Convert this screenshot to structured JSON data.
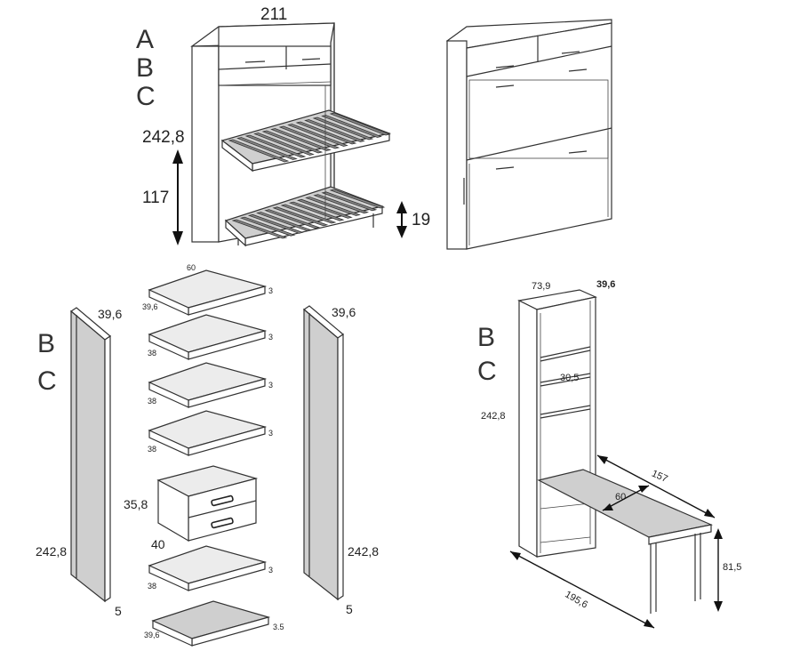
{
  "top_left": {
    "letters": [
      "A",
      "B",
      "C"
    ],
    "width": "211",
    "height": "242,8",
    "lower_height": "117",
    "bed_height": "19"
  },
  "parts": {
    "letters": [
      "B",
      "C"
    ],
    "left_panel": {
      "depth": "39,6",
      "height": "242,8",
      "thickness": "5"
    },
    "right_panel": {
      "depth": "39,6",
      "height": "242,8",
      "thickness": "5"
    },
    "top_shelf": {
      "width": "60",
      "depth": "39,6",
      "thickness": "3"
    },
    "shelves": [
      {
        "depth": "38",
        "thickness": "3"
      },
      {
        "depth": "38",
        "thickness": "3"
      },
      {
        "depth": "38",
        "thickness": "3"
      },
      {
        "depth": "38",
        "thickness": "3"
      }
    ],
    "drawer": {
      "height": "35,8",
      "width": "40"
    },
    "base": {
      "depth": "39,6",
      "thickness": "3.5"
    }
  },
  "desk_unit": {
    "letters": [
      "B",
      "C"
    ],
    "width": "73,9",
    "depth": "39,6",
    "height": "242,8",
    "shelf_gap": "30,5",
    "desk_length": "157",
    "desk_depth": "60",
    "desk_height": "81,5",
    "total_length": "195,6"
  },
  "colors": {
    "line": "#333333",
    "panel_dark": "#cfcfcf",
    "panel_light": "#ececec",
    "slats": "#8a8a8a"
  }
}
